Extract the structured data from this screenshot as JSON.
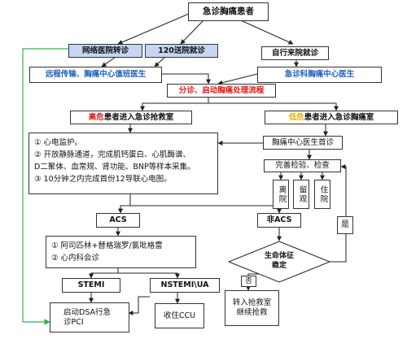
{
  "nodes": {
    "title": "急诊胸痛患者",
    "referral": "网络医院转诊",
    "ambulance": "120送院就诊",
    "self_visit": "自行来院就诊",
    "remote": "远程传输、胸痛中心值班医生",
    "emergency_doc": "急诊科胸痛中心医生",
    "triage": "分诊、启动胸痛处理流程",
    "high_risk_prefix": "高危",
    "high_risk_rest": "患者进入急诊抢救室",
    "low_risk_prefix": "低危",
    "low_risk_rest": "患者进入急诊胸痛室",
    "rescue_steps": [
      "① 心电监护。",
      "② 开放静脉通道，完成肌钙蛋白、心肌酶谱、",
      "D二聚体、血常规、肾功能、BNP等样本采集。",
      "③ 10分钟之内完成首份12导联心电图。"
    ],
    "first_visit": "胸痛中心医生首诊",
    "complete_exam": "完善检验、检查",
    "discharge": "离院",
    "observe": "留观",
    "admit": "住院",
    "acs": "ACS",
    "non_acs": "非ACS",
    "acs_steps": [
      "① 阿司匹林+替格瑞罗/氯吡格雷",
      "② 心内科会诊"
    ],
    "vitals_stable": "生命体征稳定",
    "stemi": "STEMI",
    "nstemi": "NSTEMI\\UA",
    "dsa": "启动DSA行急诊PCI",
    "ccu": "收住CCU",
    "transfer": "转入抢救室继续抢救"
  },
  "edge_labels": {
    "yes": "是",
    "no": "否"
  },
  "colors": {
    "blue_fill": "#c5d5f2",
    "blue_text": "#1f5fbf",
    "red_text": "#e21b1b",
    "orange_text": "#e8b000",
    "green_arrow": "#2bb34a"
  }
}
